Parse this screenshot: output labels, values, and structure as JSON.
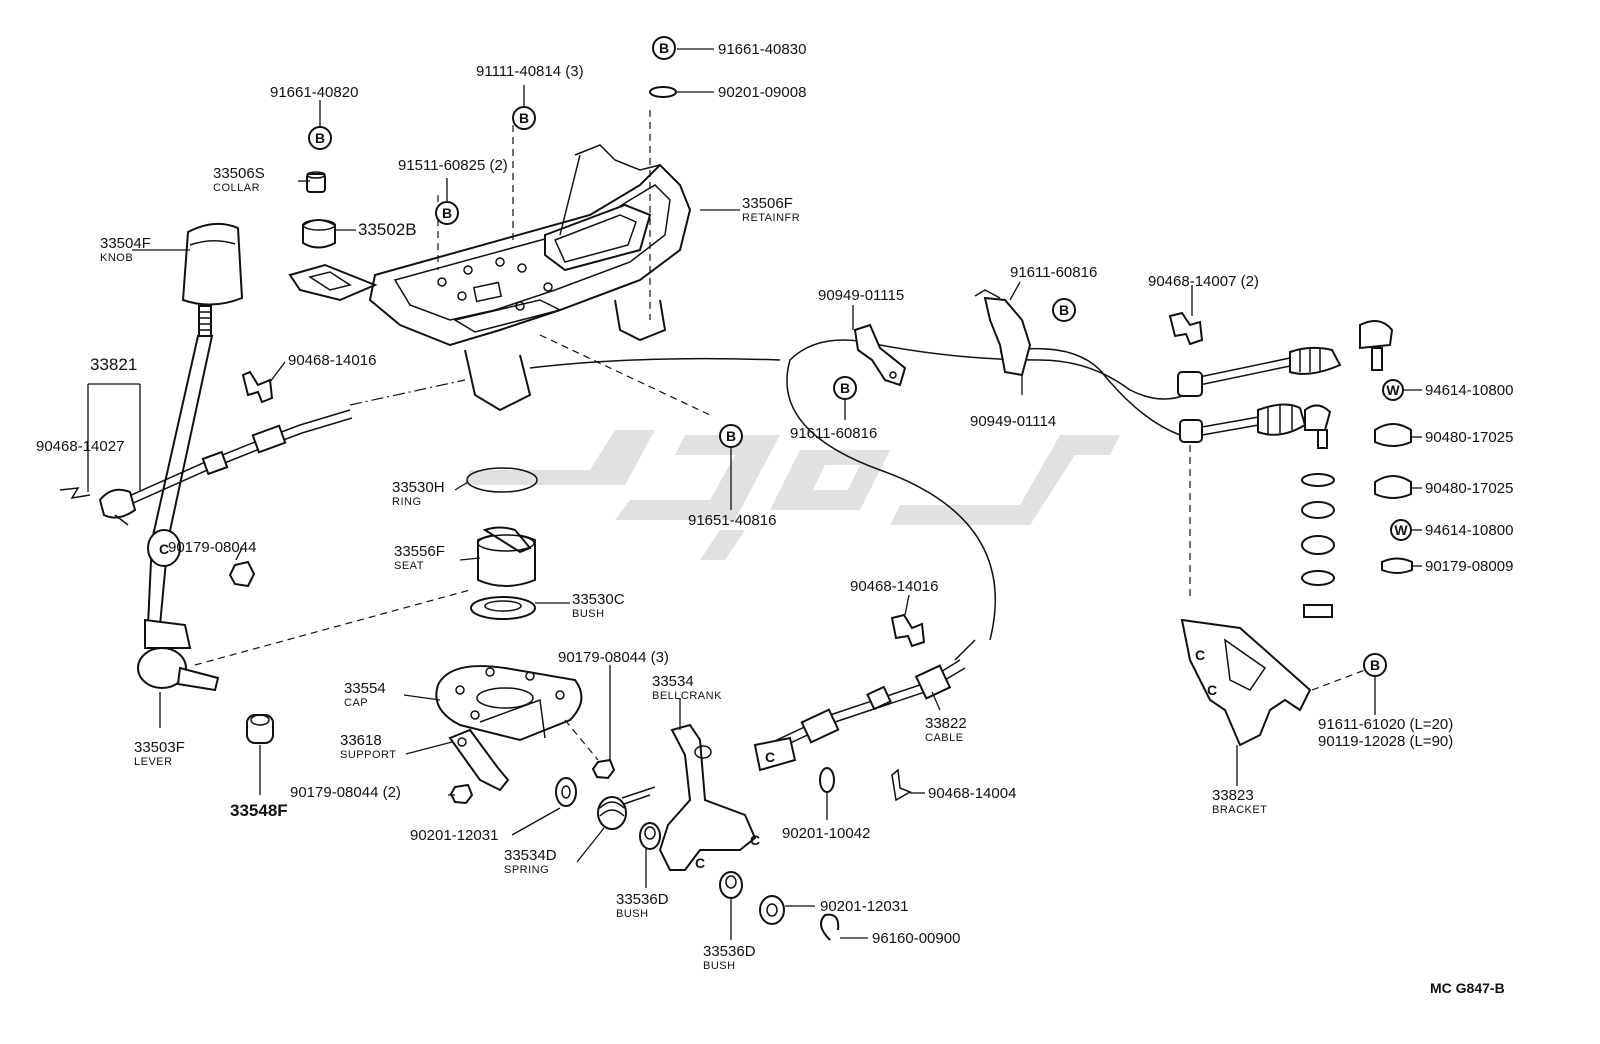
{
  "diagram_code": "MC G847-B",
  "labels": {
    "p91661_40830": "91661-40830",
    "p90201_09008": "90201-09008",
    "p91111_40814": "91111-40814 (3)",
    "p91661_40820": "91661-40820",
    "p91511_60825": "91511-60825 (2)",
    "p33506S": "33506S",
    "p33506S_sub": "COLLAR",
    "p33502B": "33502B",
    "p33506F": "33506F",
    "p33506F_sub": "RETAINFR",
    "p33504F": "33504F",
    "p33504F_sub": "KNOB",
    "p33821": "33821",
    "p90468_14027": "90468-14027",
    "p90468_14016a": "90468-14016",
    "p90949_01115": "90949-01115",
    "p91611_60816a": "91611-60816",
    "p90468_14007": "90468-14007 (2)",
    "p91611_60816b": "91611-60816",
    "p90949_01114": "90949-01114",
    "p94614_10800a": "94614-10800",
    "p90480_17025a": "90480-17025",
    "p90480_17025b": "90480-17025",
    "p94614_10800b": "94614-10800",
    "p90179_08009": "90179-08009",
    "p91651_40816": "91651-40816",
    "p33530H": "33530H",
    "p33530H_sub": "RING",
    "p90179_08044a": "90179-08044",
    "p33556F": "33556F",
    "p33556F_sub": "SEAT",
    "p33530C": "33530C",
    "p33530C_sub": "BUSH",
    "p90468_14016b": "90468-14016",
    "p90179_08044b": "90179-08044 (3)",
    "p33534": "33534",
    "p33534_sub": "BELLCRANK",
    "p33554": "33554",
    "p33554_sub": "CAP",
    "p33618": "33618",
    "p33618_sub": "SUPPORT",
    "p90179_08044c": "90179-08044 (2)",
    "p33503F": "33503F",
    "p33503F_sub": "LEVER",
    "p33548F": "33548F",
    "p90201_12031a": "90201-12031",
    "p33534D": "33534D",
    "p33534D_sub": "SPRING",
    "p33536Da": "33536D",
    "p33536Da_sub": "BUSH",
    "p33536Db": "33536D",
    "p33536Db_sub": "BUSH",
    "p90201_12031b": "90201-12031",
    "p96160_00900": "96160-00900",
    "p90201_10042": "90201-10042",
    "p90468_14004": "90468-14004",
    "p33822": "33822",
    "p33822_sub": "CABLE",
    "p91611_61020": "91611-61020 (L=20)",
    "p90119_12028": "90119-12028 (L=90)",
    "p33823": "33823",
    "p33823_sub": "BRACKET"
  },
  "symbols": {
    "bolt_marker": "B",
    "washer_marker": "W"
  }
}
